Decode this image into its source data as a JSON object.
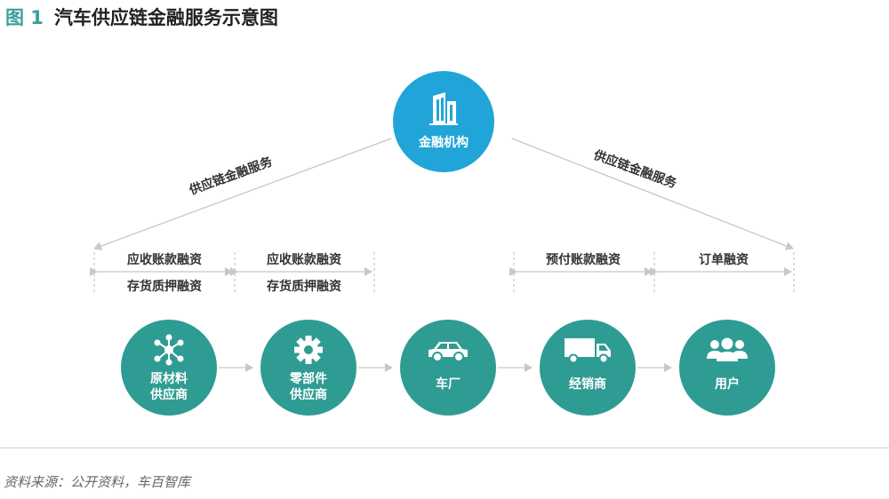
{
  "header": {
    "figure_no": "图 1",
    "title": "汽车供应链金融服务示意图"
  },
  "bank": {
    "label": "金融机构",
    "icon": "building-icon"
  },
  "service_left": "供应链金融服务",
  "service_right": "供应链金融服务",
  "finance": {
    "g1_line1": "应收账款融资",
    "g1_line2": "存货质押融资",
    "g2_line1": "应收账款融资",
    "g2_line2": "存货质押融资",
    "g3": "预付账款融资",
    "g4": "订单融资"
  },
  "nodes": [
    {
      "line1": "原材料",
      "line2": "供应商",
      "icon": "network-icon"
    },
    {
      "line1": "零部件",
      "line2": "供应商",
      "icon": "gear-icon"
    },
    {
      "line1": "车厂",
      "icon": "car-icon"
    },
    {
      "line1": "经销商",
      "icon": "truck-icon"
    },
    {
      "line1": "用户",
      "icon": "users-icon"
    }
  ],
  "footer": {
    "source": "资料来源：公开资料，车百智库"
  },
  "colors": {
    "accent": "#2f9c93",
    "bank": "#21a5d8",
    "line": "#c8c8c8"
  }
}
